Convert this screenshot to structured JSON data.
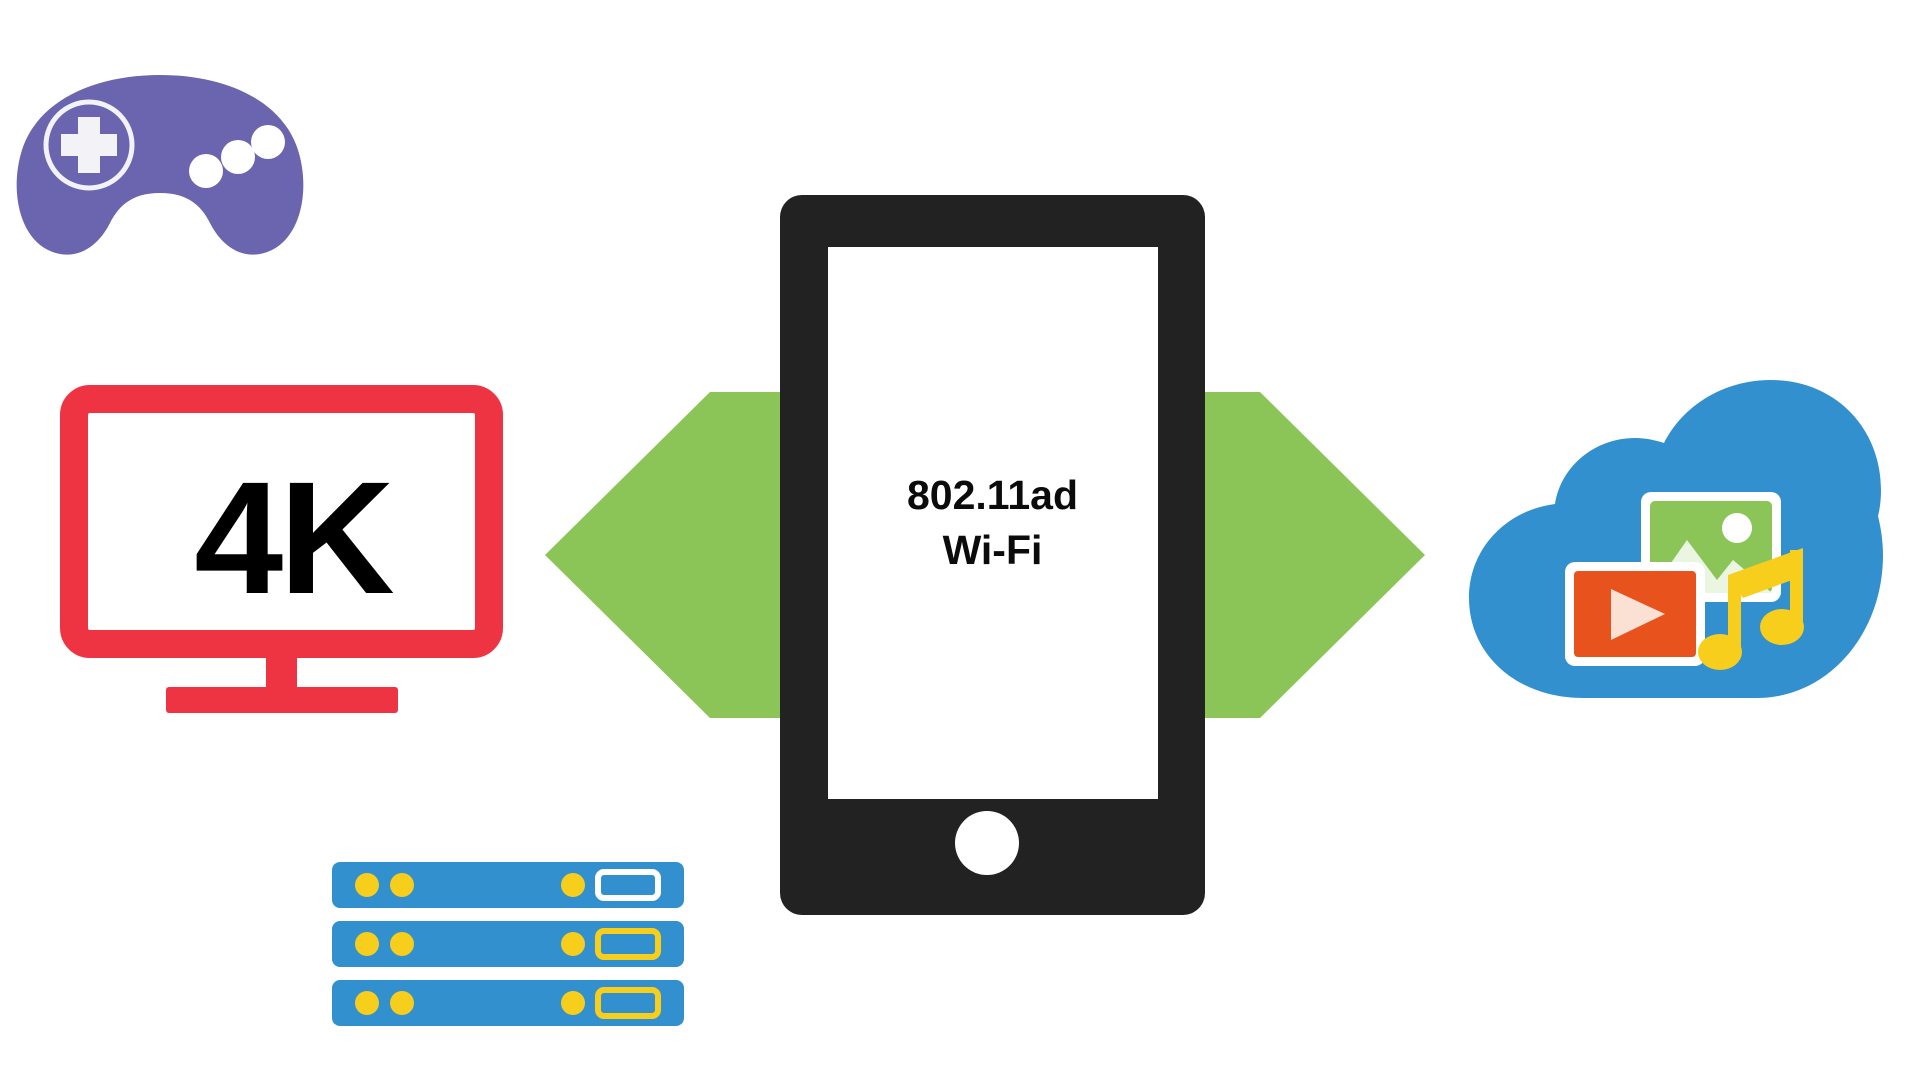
{
  "diagram": {
    "title": "802.11ad Wi-Fi connectivity diagram",
    "center_label_line1": "802.11ad",
    "center_label_line2": "Wi-Fi",
    "tv_label": "4K",
    "nodes": [
      {
        "name": "game-controller",
        "icon": "gamepad-icon",
        "color": "#6B65AF"
      },
      {
        "name": "television-4k",
        "icon": "tv-icon",
        "color": "#EE3343",
        "label": "4K"
      },
      {
        "name": "server-stack",
        "icon": "server-icon",
        "color": "#3390CE"
      },
      {
        "name": "smartphone",
        "icon": "phone-icon",
        "color": "#222222"
      },
      {
        "name": "cloud-media",
        "icon": "cloud-icon",
        "color": "#3390CE"
      }
    ],
    "arrows": [
      {
        "name": "arrow-left",
        "direction": "left",
        "color": "#8CC557"
      },
      {
        "name": "arrow-right",
        "direction": "right",
        "color": "#8CC557"
      }
    ]
  },
  "colors": {
    "background": "#FFFFFF",
    "purple": "#6B65AF",
    "red": "#EE3343",
    "green": "#8CC557",
    "blue": "#3390CE",
    "black": "#222222",
    "yellow": "#F7CE1C",
    "orange": "#E8521C",
    "leaf_green": "#8CC557",
    "white": "#FFFFFF"
  },
  "cloud_media": {
    "photo_tile": "image-icon",
    "video_tile": "play-video-icon",
    "music_note": "music-note-icon"
  },
  "servers": {
    "rows": [
      {
        "name": "server-row-1",
        "indicator_style": "white-outline"
      },
      {
        "name": "server-row-2",
        "indicator_style": "yellow-outline"
      },
      {
        "name": "server-row-3",
        "indicator_style": "yellow-outline"
      }
    ]
  }
}
